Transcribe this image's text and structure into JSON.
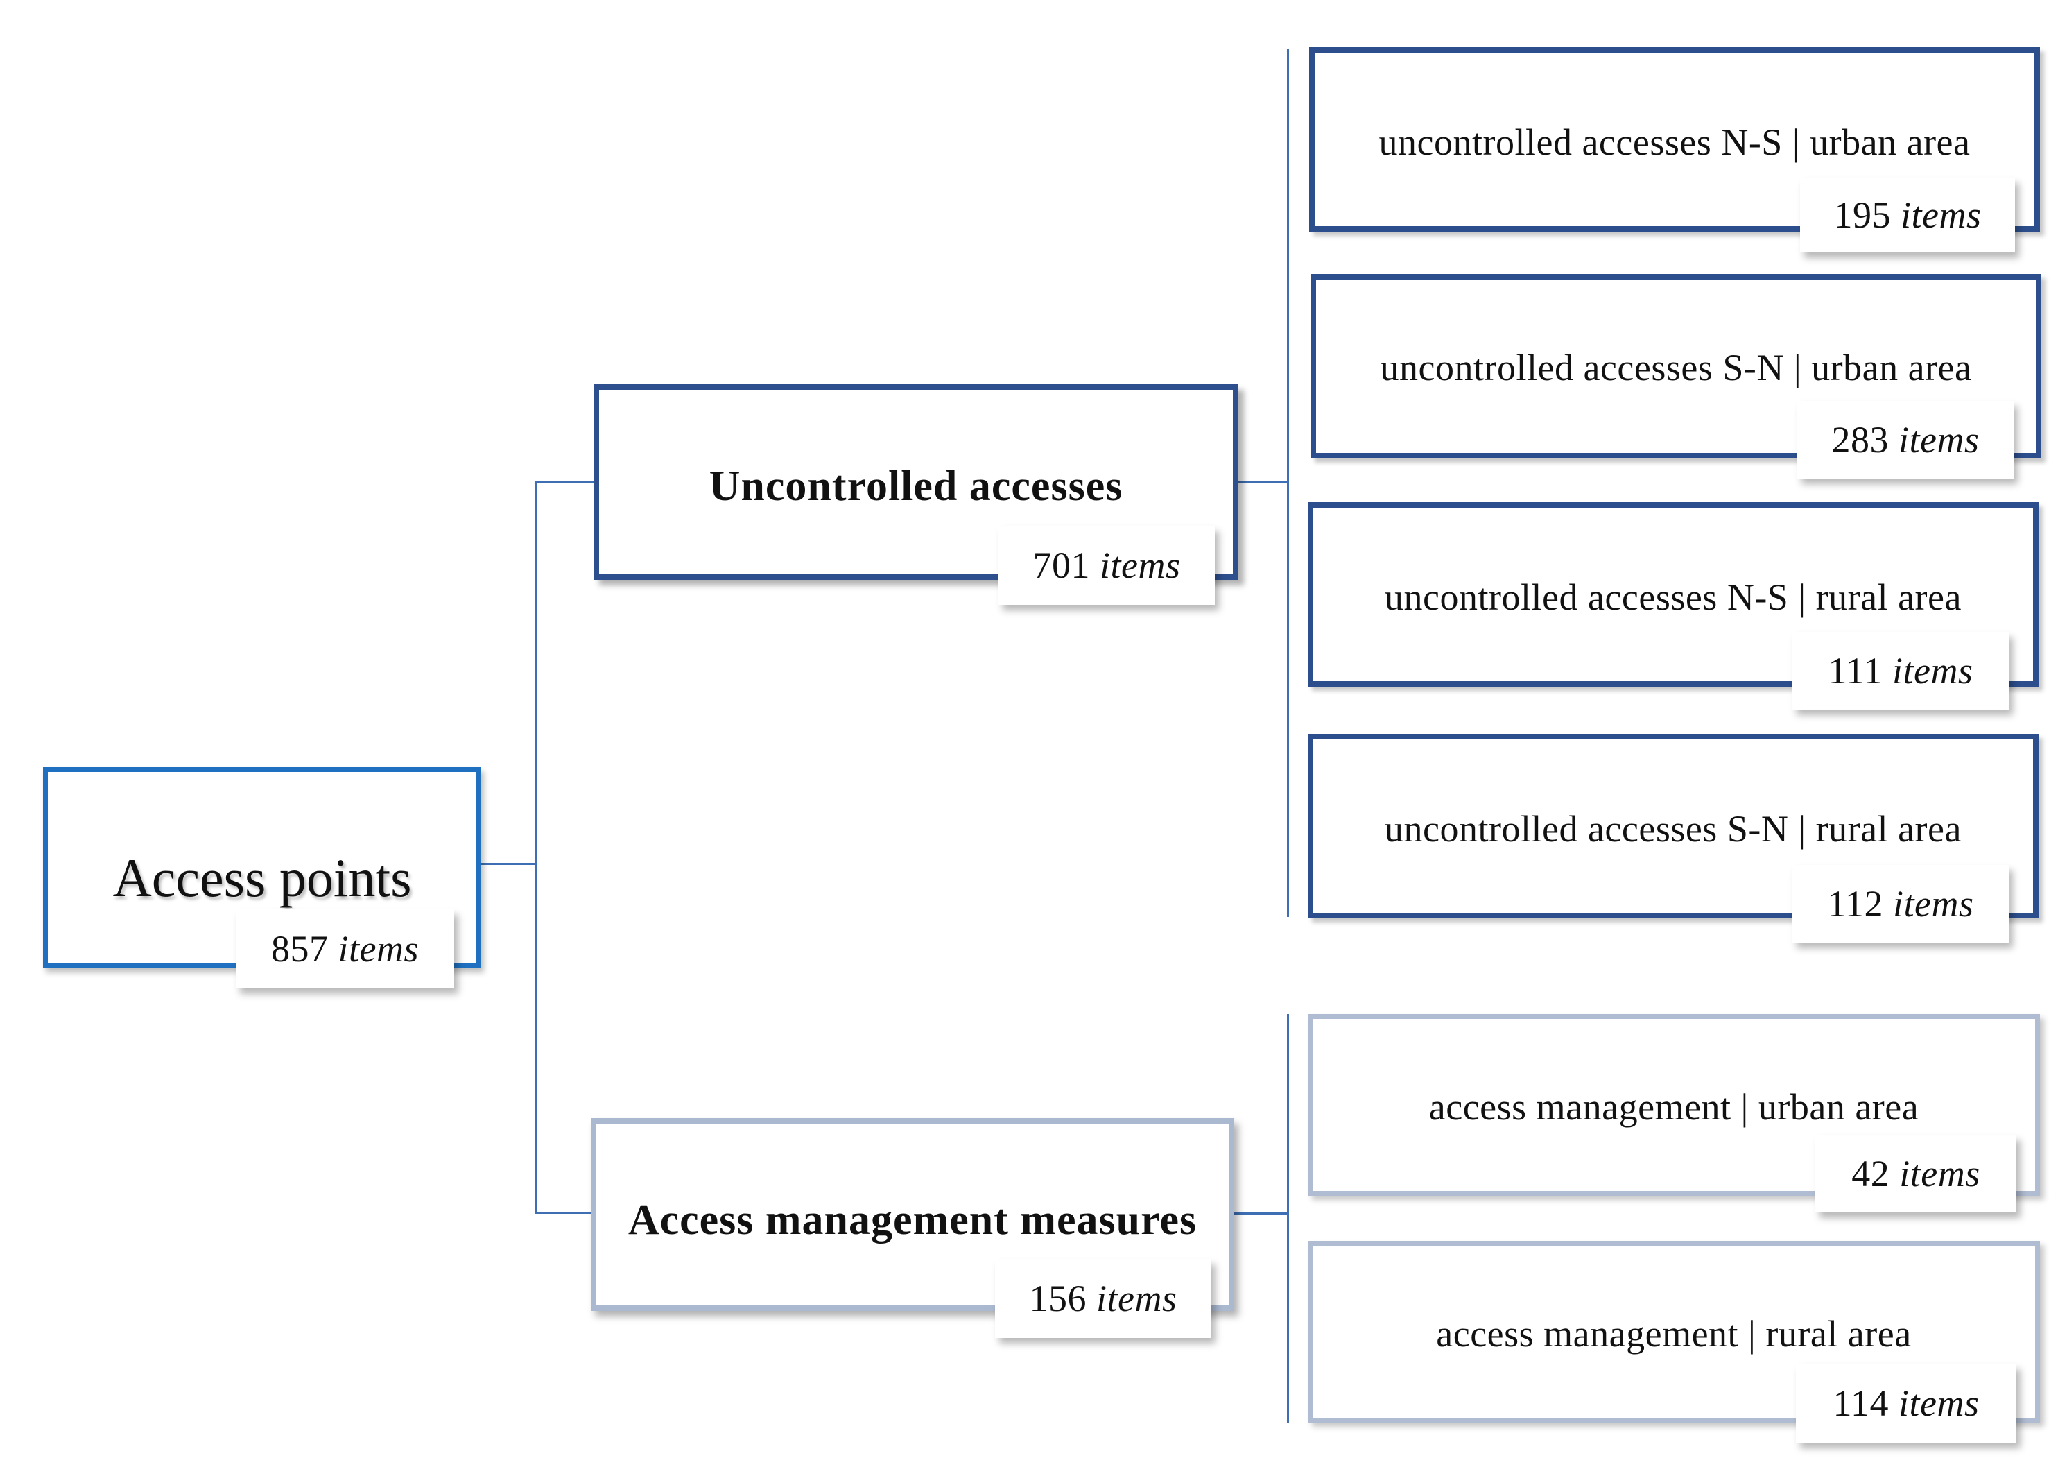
{
  "root": {
    "title": "Access points",
    "count": "857",
    "unit": "items"
  },
  "categories": [
    {
      "title": "Uncontrolled accesses",
      "count": "701",
      "unit": "items",
      "children": [
        {
          "title": "uncontrolled accesses N-S | urban area",
          "count": "195",
          "unit": "items"
        },
        {
          "title": "uncontrolled accesses S-N | urban area",
          "count": "283",
          "unit": "items"
        },
        {
          "title": "uncontrolled accesses N-S | rural area",
          "count": "111",
          "unit": "items"
        },
        {
          "title": "uncontrolled accesses S-N | rural area",
          "count": "112",
          "unit": "items"
        }
      ]
    },
    {
      "title": "Access management measures",
      "count": "156",
      "unit": "items",
      "children": [
        {
          "title": "access management | urban area",
          "count": "42",
          "unit": "items"
        },
        {
          "title": "access management | rural area",
          "count": "114",
          "unit": "items"
        }
      ]
    }
  ],
  "colors": {
    "root_border": "#1f70c1",
    "uncontrolled_border": "#2e4f8e",
    "management_border": "#aab8d0",
    "connector": "#3e6fb4"
  }
}
